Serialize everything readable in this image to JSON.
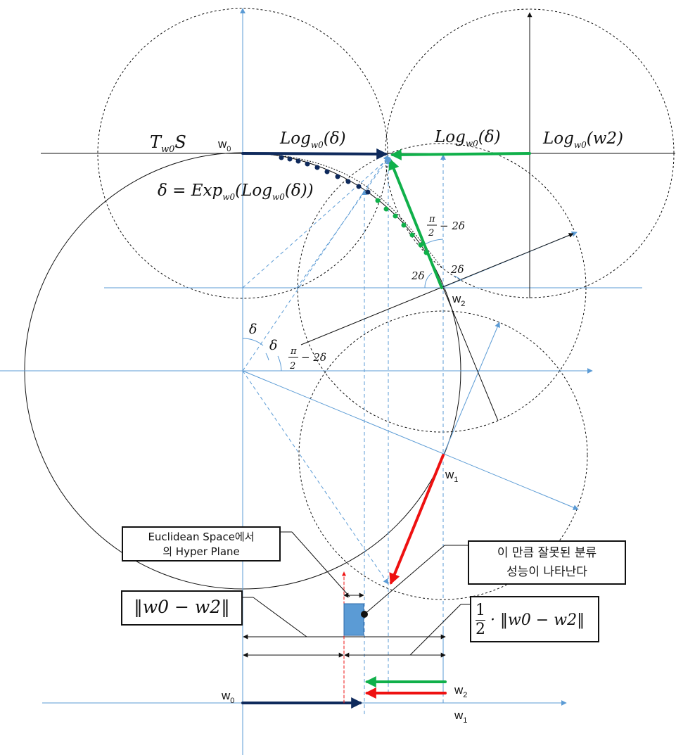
{
  "labels": {
    "tangent_space": "T",
    "tangent_space_sub": "w0",
    "tangent_space_tail": "S",
    "w0_top": "w",
    "w0_top_sub": "0",
    "log_delta_left": "Log",
    "log_delta_left_sub": "w0",
    "log_delta_left_arg": "(δ)",
    "log_delta_right": "Log",
    "log_delta_right_sub": "w0",
    "log_delta_right_arg": "(δ)",
    "log_w2": "Log",
    "log_w2_sub": "w0",
    "log_w2_arg": "(w2)",
    "delta_exp_eq": "δ = Exp",
    "delta_exp_sub": "w0",
    "delta_exp_arg": "(Log",
    "delta_exp_inner_sub": "w0",
    "delta_exp_tail": "(δ))",
    "angle_pi2_minus_2delta_top": "π",
    "angle_pi2_minus_2delta_bottom": "2",
    "angle_pi2_minus_2delta_tail": "− 2δ",
    "angle_2delta_left": "2δ",
    "angle_2delta_right": "2δ",
    "w2_mid": "w",
    "w2_mid_sub": "2",
    "angle_delta_outer": "δ",
    "angle_delta_inner": "δ",
    "angle_pi2_lower_top": "π",
    "angle_pi2_lower_bottom": "2",
    "angle_pi2_lower_tail": "− 2δ",
    "w1_mid": "w",
    "w1_mid_sub": "1",
    "w0_bottom": "w",
    "w0_bottom_sub": "0",
    "w2_bottom": "w",
    "w2_bottom_sub": "2",
    "w1_bottom": "w",
    "w1_bottom_sub": "1"
  },
  "callouts": {
    "euclidean_line1": "Euclidean Space에서",
    "euclidean_line2": "의 Hyper Plane",
    "error_line1": "이 만큼 잘못된 분류",
    "error_line2": "성능이 나타난다",
    "norm_left": "‖w0 − w2‖",
    "half_numer": "1",
    "half_denom": "2",
    "half_tail": "· ‖w0 − w2‖"
  },
  "colors": {
    "axis_blue": "#5b9bd5",
    "navy": "#0f2a5c",
    "green": "#10b04a",
    "red": "#ee1111",
    "black": "#111111"
  }
}
